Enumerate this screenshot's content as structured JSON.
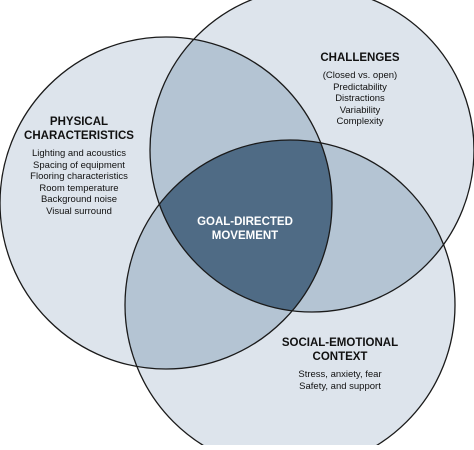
{
  "colors": {
    "background": "#ffffff",
    "circle_fill": "#dde4ec",
    "pair_overlap_fill": "#b4c4d3",
    "center_fill": "#4f6b85",
    "stroke": "#1a1a1a",
    "text": "#111111",
    "center_text": "#ffffff"
  },
  "circles": {
    "physical": {
      "title": "PHYSICAL\nCHARACTERISTICS",
      "items": [
        "Lighting and acoustics",
        "Spacing of equipment",
        "Flooring characteristics",
        "Room temperature",
        "Background noise",
        "Visual surround"
      ]
    },
    "challenges": {
      "title": "CHALLENGES",
      "items": [
        "(Closed vs. open)",
        "Predictability",
        "Distractions",
        "Variability",
        "Complexity"
      ]
    },
    "social": {
      "title": "SOCIAL-EMOTIONAL\nCONTEXT",
      "items": [
        "Stress, anxiety, fear",
        "Safety, and support"
      ]
    }
  },
  "center": {
    "label": "GOAL-DIRECTED\nMOVEMENT"
  }
}
